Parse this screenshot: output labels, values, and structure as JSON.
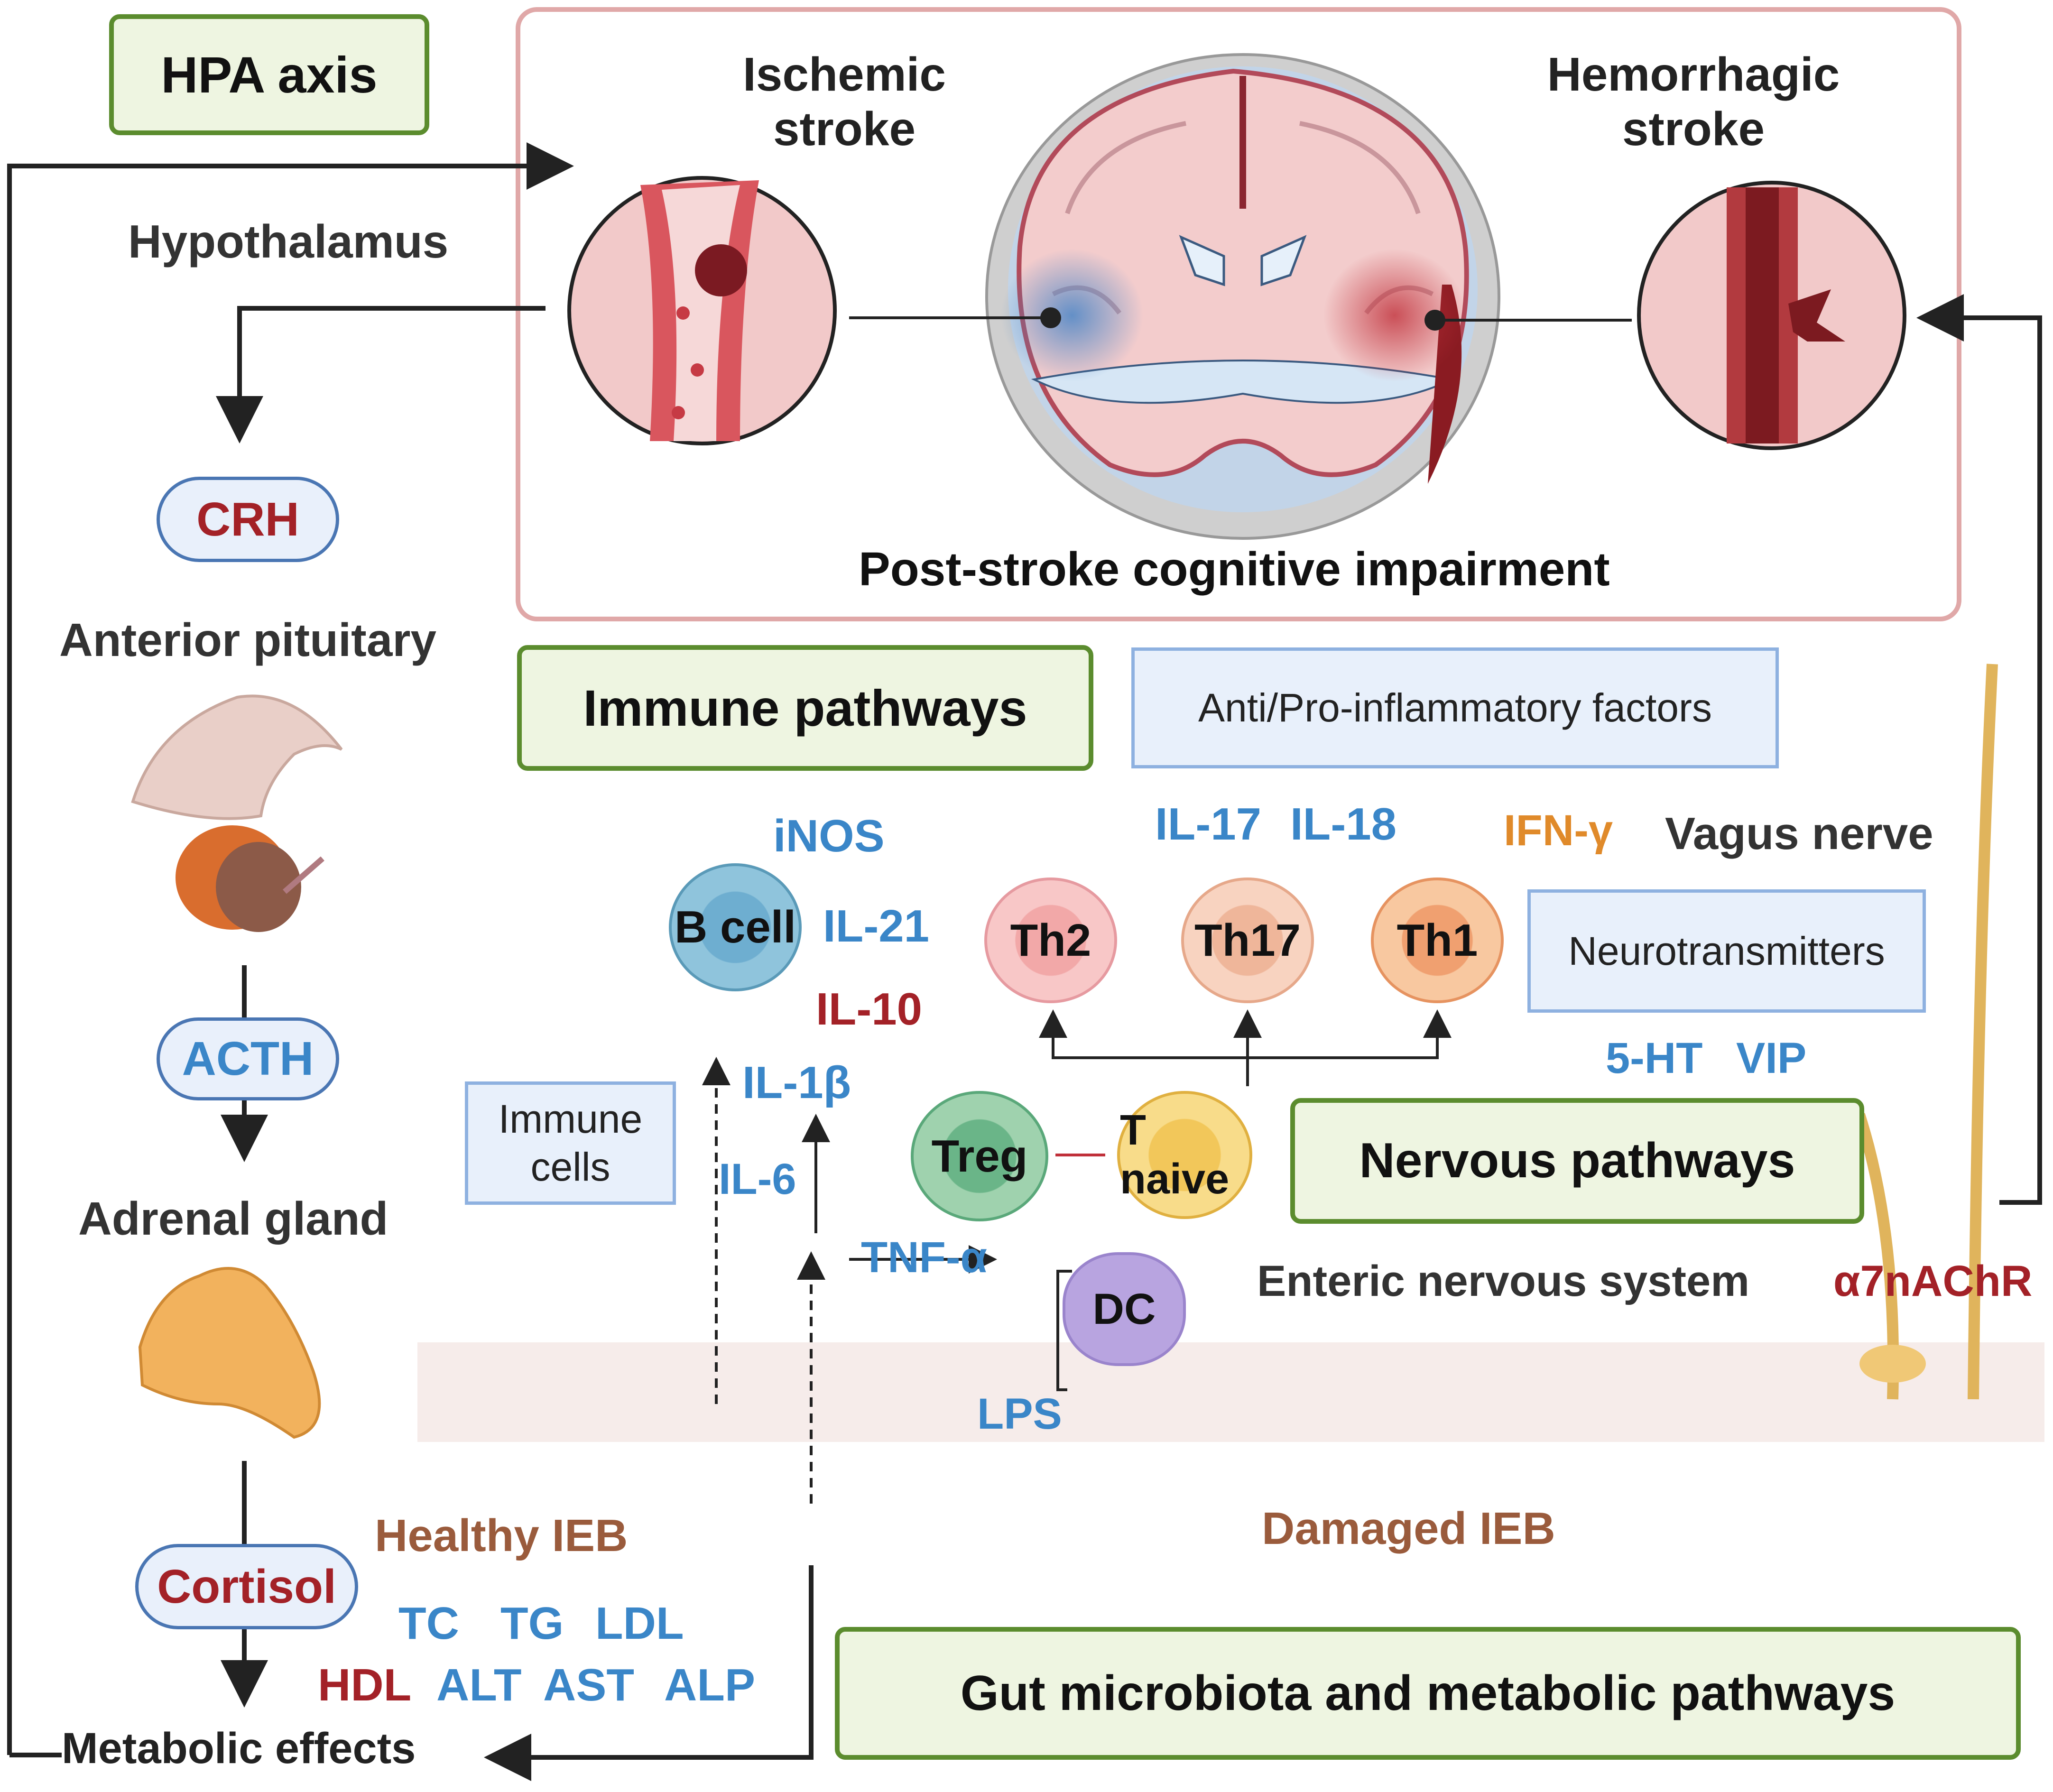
{
  "hpa": {
    "title": "HPA axis",
    "hypothalamus": "Hypothalamus",
    "crh": "CRH",
    "anterior_pituitary": "Anterior pituitary",
    "acth": "ACTH",
    "adrenal_gland": "Adrenal gland",
    "cortisol": "Cortisol",
    "metabolic_effects": "Metabolic effects"
  },
  "stroke": {
    "ischemic": "Ischemic\nstroke",
    "hemorrhagic": "Hemorrhagic\nstroke",
    "caption": "Post-stroke cognitive impairment"
  },
  "immune": {
    "title": "Immune pathways",
    "factors_box": "Anti/Pro-inflammatory factors",
    "immune_cells_box": "Immune\ncells",
    "b_cell": "B cell",
    "th2": "Th2",
    "th17": "Th17",
    "th1": "Th1",
    "treg": "Treg",
    "t_naive": "T naive",
    "dc": "DC",
    "cytokines": {
      "inos": "iNOS",
      "il21": "IL-21",
      "il10": "IL-10",
      "il1b": "IL-1β",
      "il6": "IL-6",
      "tnfa": "TNF-α",
      "il17": "IL-17",
      "il18": "IL-18",
      "ifng": "IFN-γ"
    }
  },
  "nervous": {
    "title": "Nervous pathways",
    "vagus": "Vagus nerve",
    "neurotransmitters_box": "Neurotransmitters",
    "ht5": "5-HT",
    "vip": "VIP",
    "ens": "Enteric nervous system",
    "a7nachr": "α7nAChR"
  },
  "gut": {
    "title": "Gut microbiota and metabolic pathways",
    "healthy": "Healthy IEB",
    "damaged": "Damaged IEB",
    "lps": "LPS",
    "metabolites": {
      "tc": "TC",
      "tg": "TG",
      "ldl": "LDL",
      "hdl": "HDL",
      "alt": "ALT",
      "ast": "AST",
      "alp": "ALP"
    }
  },
  "colors": {
    "blue_text": "#3a86c8",
    "red_text": "#a32127",
    "brown_text": "#9a5b3c",
    "orange_text": "#e08a2a",
    "green_border": "#5b8c2e",
    "pink_border": "#e0a8a8"
  }
}
